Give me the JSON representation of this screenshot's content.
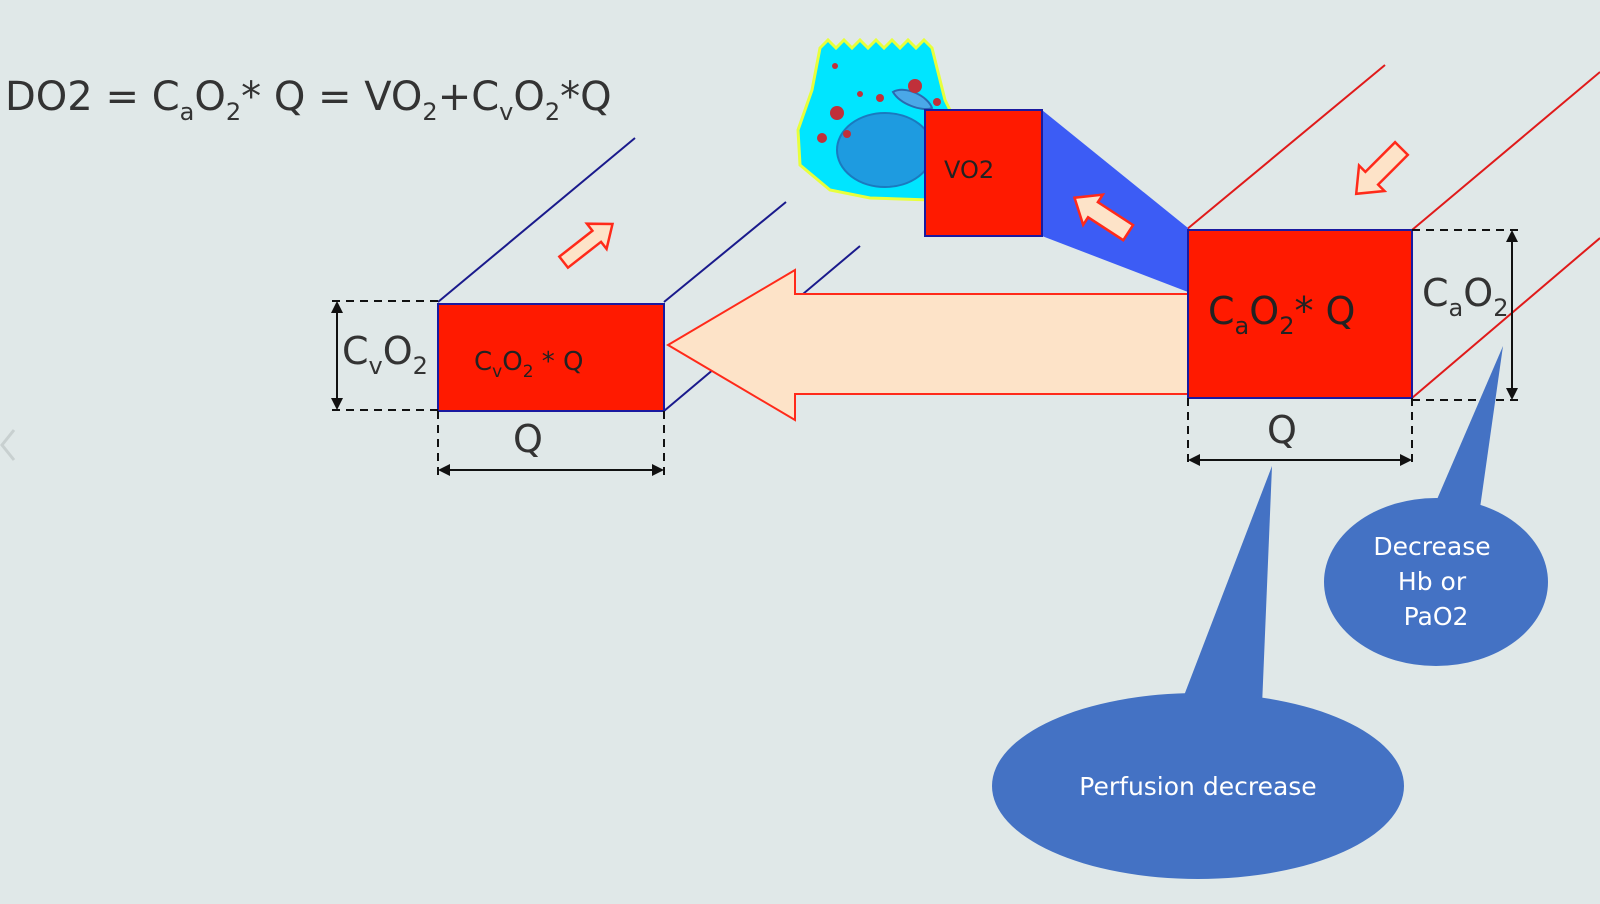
{
  "formula": {
    "lhs": "DO2",
    "eq": "=",
    "ca_C": "C",
    "ca_sub": "a",
    "ca_O": "O",
    "ca_sub2": "2",
    "star_q": "* Q",
    "eq2": "=",
    "vo": "VO",
    "vo_sub": "2",
    "plus_c": "+C",
    "cv_sub": "v",
    "cv_O": "O",
    "cv_sub2": "2",
    "tail": "*Q"
  },
  "venous_box": {
    "main_C": "C",
    "main_sub": "v",
    "main_O": "O",
    "main_sub2": "2",
    "main_tail": " * Q",
    "side_C": "C",
    "side_sub": "v",
    "side_O": "O",
    "side_sub2": "2",
    "width_label": "Q"
  },
  "arterial_box": {
    "main_C": "C",
    "main_sub": "a",
    "main_O": "O",
    "main_sub2": "2",
    "main_tail": "* Q",
    "side_C": "C",
    "side_sub": "a",
    "side_O": "O",
    "side_sub2": "2",
    "width_label": "Q"
  },
  "vo2_box": {
    "label": "VO2"
  },
  "callouts": {
    "perfusion": "Perfusion decrease",
    "hb_line1": "Decrease",
    "hb_line2": "Hb or",
    "hb_line3": "PaO2"
  },
  "colors": {
    "background": "#e0e8e8",
    "box_red": "#ff1a00",
    "box_border": "#1a1aa0",
    "vein_line": "#1a1a8c",
    "artery_line": "#e01a1a",
    "flow_arrow_fill": "#fde3c8",
    "flow_arrow_stroke": "#ff2a1a",
    "beam_blue": "#3c5cf5",
    "callout_blue": "#4472c4",
    "cell_cyan": "#00e5ff",
    "nucleus_blue": "#1e9be0",
    "text_dark": "#333333"
  }
}
